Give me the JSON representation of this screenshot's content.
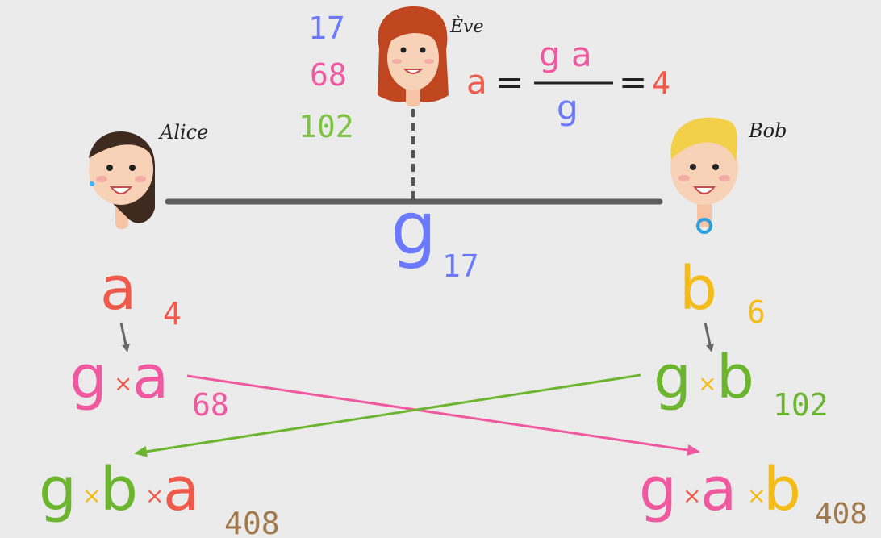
{
  "colors": {
    "background": "#ebebeb",
    "alice": "#f05a4b",
    "bob": "#f5bb16",
    "generator": "#6b79ff",
    "alice_public": "#f0589f",
    "bob_public": "#6cb52e",
    "shared_secret": "#a07a4c",
    "line": "#5d5d5d",
    "eve_green": "#7dc442"
  },
  "eve": {
    "name": "Ève",
    "intercepted": [
      "17",
      "68",
      "102"
    ],
    "equation": {
      "lhs": "a",
      "equals": "=",
      "numerator": "g a",
      "denominator": "g",
      "result": "4"
    }
  },
  "alice": {
    "name": "Alice",
    "secret": {
      "symbol": "a",
      "value": "4"
    }
  },
  "bob": {
    "name": "Bob",
    "secret": {
      "symbol": "b",
      "value": "6"
    }
  },
  "channel": {
    "generator": {
      "symbol": "g",
      "value": "17"
    }
  },
  "alice_public": {
    "g": "g",
    "times": "×",
    "a": "a",
    "value": "68"
  },
  "bob_public": {
    "g": "g",
    "times": "×",
    "b": "b",
    "value": "102"
  },
  "alice_shared": {
    "g": "g",
    "times1": "×",
    "b": "b",
    "times2": "×",
    "a": "a",
    "value": "408"
  },
  "bob_shared": {
    "g": "g",
    "times1": "×",
    "a": "a",
    "times2": "×",
    "b": "b",
    "value": "408"
  },
  "icons": [
    "eve-avatar-icon",
    "alice-avatar-icon",
    "bob-avatar-icon",
    "arrow-down-icon"
  ]
}
